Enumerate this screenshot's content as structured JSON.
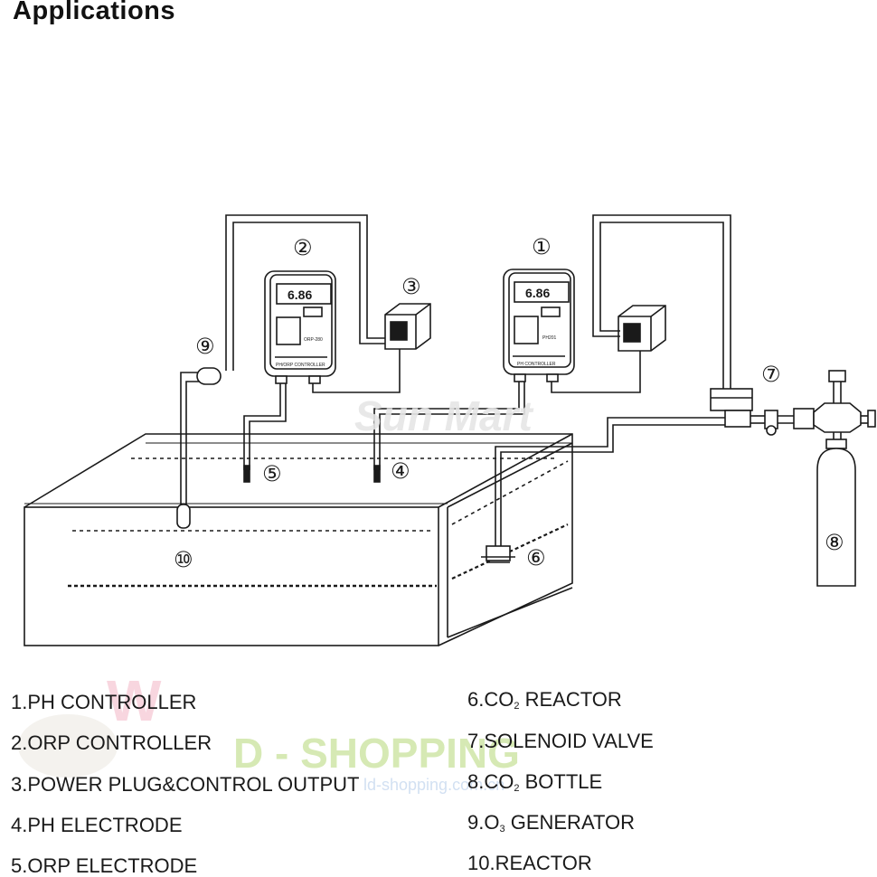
{
  "title": "Applications",
  "callouts": {
    "n1": "①",
    "n2": "②",
    "n3": "③",
    "n4": "④",
    "n5": "⑤",
    "n6": "⑥",
    "n7": "⑦",
    "n8": "⑧",
    "n9": "⑨",
    "n10": "⑩"
  },
  "devices": {
    "orp_controller": {
      "display": "6.86",
      "name": "PH/ORP CONTROLLER",
      "model": "ORP-280"
    },
    "ph_controller": {
      "display": "6.86",
      "name": "PH CONTROLLER",
      "model": "PH201"
    }
  },
  "legend": {
    "l1": "1.PH CONTROLLER",
    "l2": "2.ORP CONTROLLER",
    "l3": "3.POWER PLUG&CONTROL OUTPUT",
    "l4": "4.PH ELECTRODE",
    "l5": "5.ORP ELECTRODE",
    "r6_pre": "6.CO",
    "r6_sub": "2",
    "r6_post": " REACTOR",
    "r7": "7.SOLENOID VALVE",
    "r8_pre": "8.CO",
    "r8_sub": "2",
    "r8_post": " BOTTLE",
    "r9_pre": "9.O",
    "r9_sub": "3",
    "r9_post": " GENERATOR",
    "r10": "10.REACTOR"
  },
  "watermarks": {
    "sunmart": "Sun Mart",
    "shop": "D - SHOPPING",
    "shop_url": "ld-shopping.com.cn"
  },
  "colors": {
    "line": "#1a1a1a",
    "watermark_gray": "#c9c9c9",
    "watermark_green": "#cfe6a8",
    "watermark_pink": "#f3b6c6"
  }
}
